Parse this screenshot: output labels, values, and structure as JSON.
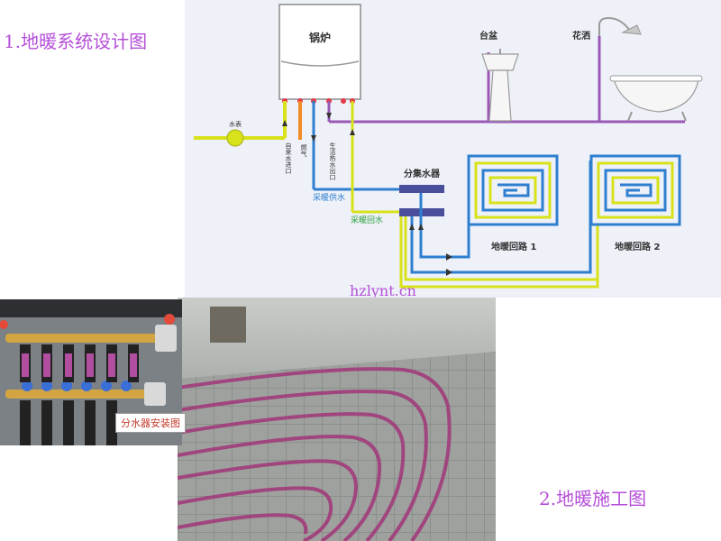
{
  "headings": {
    "system_design": "1.地暖系统设计图",
    "construction": "2.地暖施工图"
  },
  "diagram": {
    "boiler": "锅炉",
    "basin": "台盆",
    "shower": "花洒",
    "water_meter": "水表",
    "tap_water_inlet": "自来水进口",
    "gas": "燃气",
    "domestic_hot_water_outlet": "生活热水出口",
    "manifold": "分集水器",
    "heating_supply": "采暖供水",
    "heating_return": "采暖回水",
    "loop1": "地暖回路 1",
    "loop2": "地暖回路 2"
  },
  "watermark": "hzlynt.cn",
  "manifold_photo_label": "分水器安装图",
  "colors": {
    "heading_text": "#b54fd8",
    "cold_water_pipe": "#d8e21a",
    "supply_pipe": "#2f7fd1",
    "return_pipe": "#d8e21a",
    "hot_water_pipe": "#9b59b6",
    "gas_pipe": "#f28c28",
    "floor_heating_pipe": "#a0457e",
    "manifold_body": "#4a4f9c"
  }
}
